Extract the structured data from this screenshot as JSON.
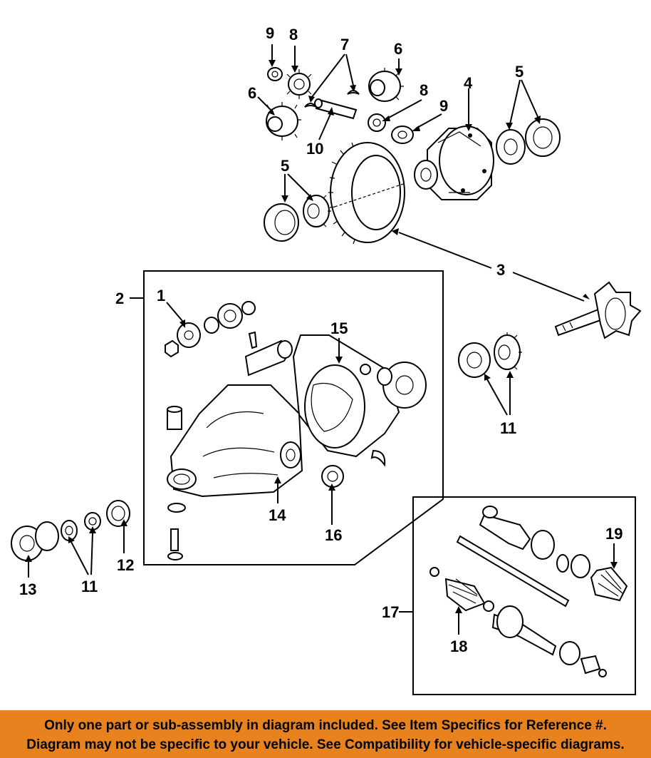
{
  "callouts": {
    "c1": "1",
    "c2": "2",
    "c3": "3",
    "c4": "4",
    "c5a": "5",
    "c5b": "5",
    "c6a": "6",
    "c6b": "6",
    "c7": "7",
    "c8a": "8",
    "c8b": "8",
    "c9a": "9",
    "c9b": "9",
    "c10": "10",
    "c11a": "11",
    "c11b": "11",
    "c12": "12",
    "c13": "13",
    "c14": "14",
    "c15": "15",
    "c16": "16",
    "c17": "17",
    "c18": "18",
    "c19": "19"
  },
  "banner": {
    "line1": "Only one part or sub-assembly in diagram included. See Item Specifics for Reference #.",
    "line2": "Diagram may not be specific to your vehicle. See Compatibility for vehicle-specific diagrams."
  },
  "colors": {
    "banner_bg": "#e8821e",
    "ink": "#000000",
    "paper": "#ffffff"
  }
}
